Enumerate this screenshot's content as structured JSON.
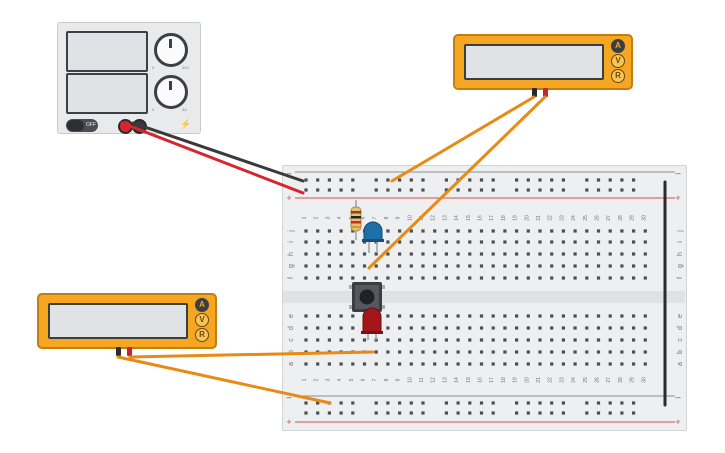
{
  "power_supply": {
    "voltage_knob_label": "30V",
    "current_knob_label": "5A",
    "switch_label": "OFF",
    "brand_label": "",
    "knob_marks": [
      "0",
      "0"
    ]
  },
  "multimeter_top": {
    "buttons": [
      "A",
      "V",
      "R"
    ],
    "selected": "A"
  },
  "multimeter_bottom": {
    "buttons": [
      "A",
      "V",
      "R"
    ],
    "selected": "A"
  },
  "breadboard": {
    "columns": [
      "1",
      "2",
      "3",
      "4",
      "5",
      "6",
      "7",
      "8",
      "9",
      "10",
      "11",
      "12",
      "13",
      "14",
      "15",
      "16",
      "17",
      "18",
      "19",
      "20",
      "21",
      "22",
      "23",
      "24",
      "25",
      "26",
      "27",
      "28",
      "29",
      "30"
    ],
    "rows_top": [
      "j",
      "i",
      "h",
      "g",
      "f"
    ],
    "rows_bottom": [
      "e",
      "d",
      "c",
      "b",
      "a"
    ],
    "rail_plus": "+",
    "rail_minus": "–"
  },
  "colors": {
    "wire_red": "#d6262d",
    "wire_black": "#3a3a3a",
    "wire_orange": "#e88a14",
    "multimeter_body": "#f5a623",
    "led_blue": "#1f6fa8",
    "led_red": "#a4161a",
    "rail_red": "#d94a4a"
  },
  "components": [
    "resistor",
    "led-blue",
    "pushbutton",
    "led-red"
  ]
}
